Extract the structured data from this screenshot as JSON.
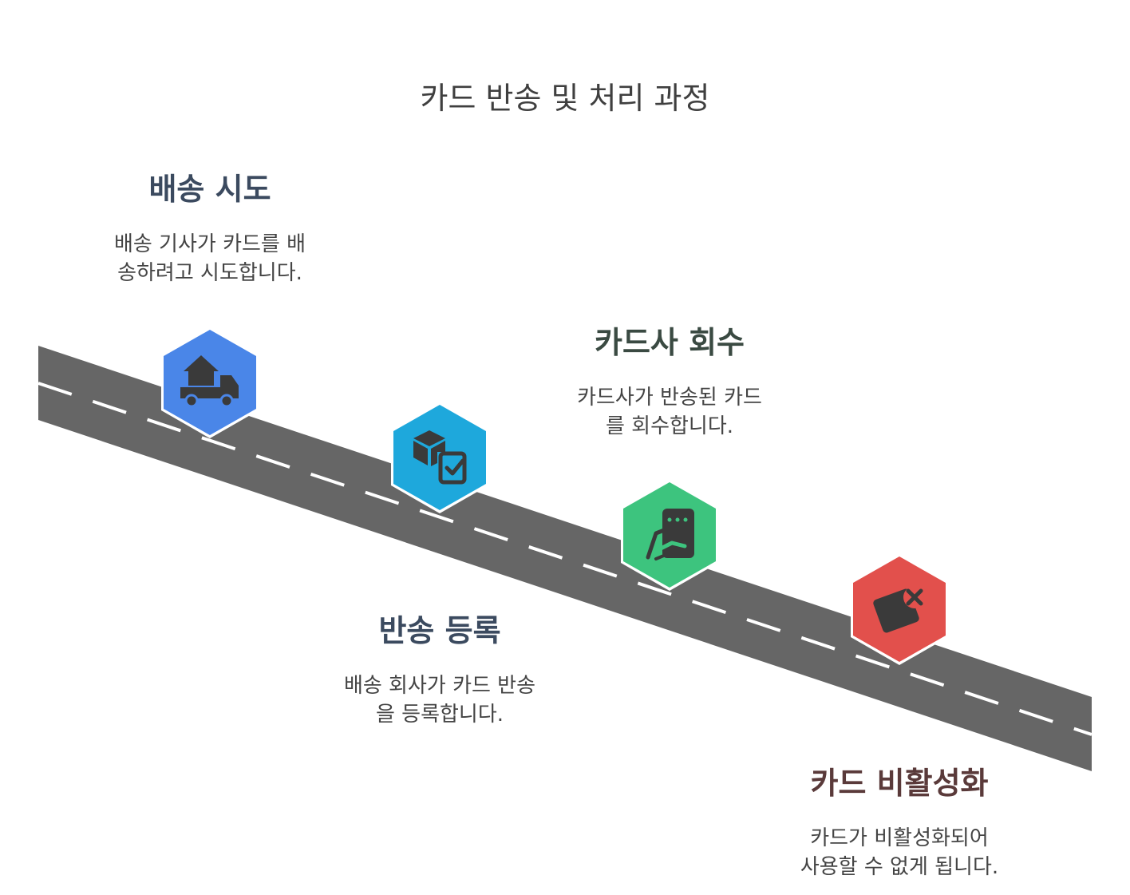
{
  "title": "카드 반송 및 처리 과정",
  "colors": {
    "road": "#666666",
    "road_marking": "#ffffff",
    "icon_glyph": "#3a3a3a",
    "text_body": "#444444"
  },
  "steps": [
    {
      "title": "배송 시도",
      "description": "배송 기사가 카드를 배\n송하려고 시도합니다.",
      "color": "#4a86e8",
      "title_color": "#3b4a5f",
      "icon": "house-truck-icon"
    },
    {
      "title": "반송 등록",
      "description": "배송 회사가 카드 반송\n을 등록합니다.",
      "color": "#1ea8dc",
      "title_color": "#3b4a5f",
      "icon": "package-check-icon"
    },
    {
      "title": "카드사 회수",
      "description": "카드사가 반송된 카드\n를 회수합니다.",
      "color": "#3dc47e",
      "title_color": "#3a4a42",
      "icon": "hand-card-icon"
    },
    {
      "title": "카드 비활성화",
      "description": "카드가 비활성화되어\n사용할 수 없게 됩니다.",
      "color": "#e2504c",
      "title_color": "#5a3a3a",
      "icon": "card-x-icon"
    }
  ]
}
